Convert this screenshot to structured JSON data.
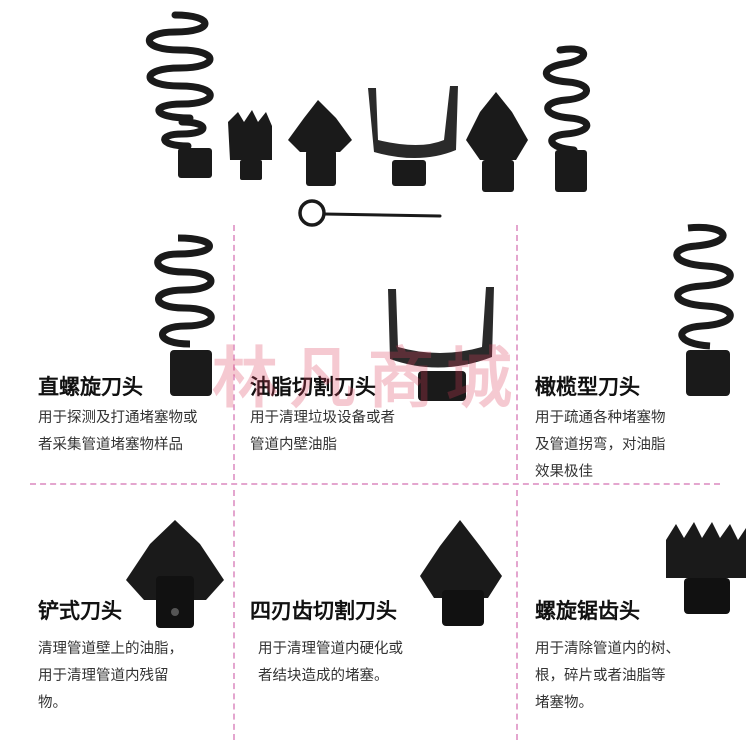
{
  "watermark": "林凡商城",
  "sections": [
    {
      "title": "直螺旋刀头",
      "desc_lines": [
        "用于探测及打通堵塞物或",
        "者采集管道堵塞物样品"
      ]
    },
    {
      "title": "油脂切割刀头",
      "desc_lines": [
        "用于清理垃圾设备或者",
        "管道内壁油脂"
      ]
    },
    {
      "title": "橄榄型刀头",
      "desc_lines": [
        "用于疏通各种堵塞物",
        "及管道拐弯，对油脂",
        "效果极佳"
      ]
    },
    {
      "title": "铲式刀头",
      "desc_lines": [
        "清理管道壁上的油脂，",
        "用于清理管道内残留",
        "物。"
      ]
    },
    {
      "title": "四刃齿切割刀头",
      "desc_lines": [
        "用于清理管道内硬化或",
        "者结块造成的堵塞。"
      ]
    },
    {
      "title": "螺旋锯齿头",
      "desc_lines": [
        "用于清除管道内的树、",
        "根，碎片或者油脂等",
        "堵塞物。"
      ]
    }
  ],
  "colors": {
    "divider": "#e4a6cf",
    "tool": "#1a1a1a",
    "watermark": "#dc3c5a"
  }
}
